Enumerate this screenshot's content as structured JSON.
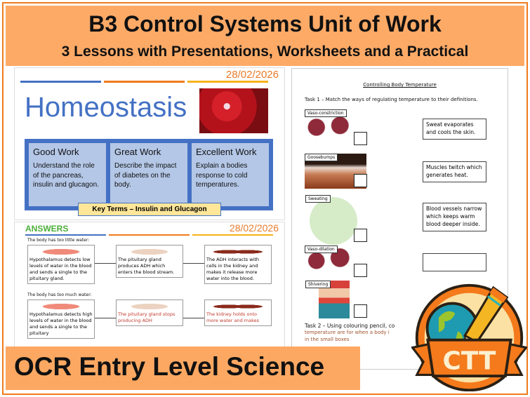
{
  "banner": {
    "title": "B3 Control Systems Unit of Work",
    "subtitle": "3 Lessons with Presentations, Worksheets and a Practical",
    "bottom": "OCR Entry Level Science"
  },
  "slide1": {
    "date": "28/02/2026",
    "heading": "Homeostasis",
    "objectives": [
      {
        "title": "Good Work",
        "text": "Understand the role of the pancreas, insulin and glucagon."
      },
      {
        "title": "Great Work",
        "text": "Describe the impact of diabetes on the body."
      },
      {
        "title": "Excellent Work",
        "text": "Explain a bodies response to cold temperatures."
      }
    ],
    "key_terms": "Key Terms – Insulin and Glucagon"
  },
  "slide2": {
    "heading": "ANSWERS",
    "date": "28/02/2026",
    "row1_label": "The body has too little water:",
    "row1": [
      "Hypothalamus detects low levels of water in the blood and sends a single to the pituitary gland.",
      "The pituitary gland produces ADH which enters the blood stream.",
      "The ADH interacts with cells in the kidney and makes it release more water into the blood."
    ],
    "row2_label": "The body has too much water:",
    "row2": [
      "Hypothalamus detects high levels of water in the blood and sends a single to the pituitary",
      "The pituitary gland stops producing ADH",
      "The kidney holds onto more water and makes"
    ]
  },
  "worksheet": {
    "title": "Controlling Body Temperature",
    "task1": "Task 1 – Match the ways of regulating temperature to their definitions.",
    "terms": [
      "Vaso-constriction",
      "Goosebumps",
      "Sweating",
      "Vaso-dilation",
      "Shivering"
    ],
    "definitions": [
      "Sweat evaporates and cools the skin.",
      "Muscles twitch which generates heat.",
      "Blood vessels narrow which keeps warm blood deeper inside."
    ],
    "task2": "Task 2 – Using colouring pencil, co",
    "task2_line2": "temperature are for when a body i",
    "task2_line3": "in the small boxes"
  },
  "logo": {
    "text": "CTT"
  },
  "colors": {
    "accent": "#f07c1c",
    "banner": "#fda35a",
    "heading_blue": "#4471c4",
    "answers_green": "#4caf3a"
  }
}
